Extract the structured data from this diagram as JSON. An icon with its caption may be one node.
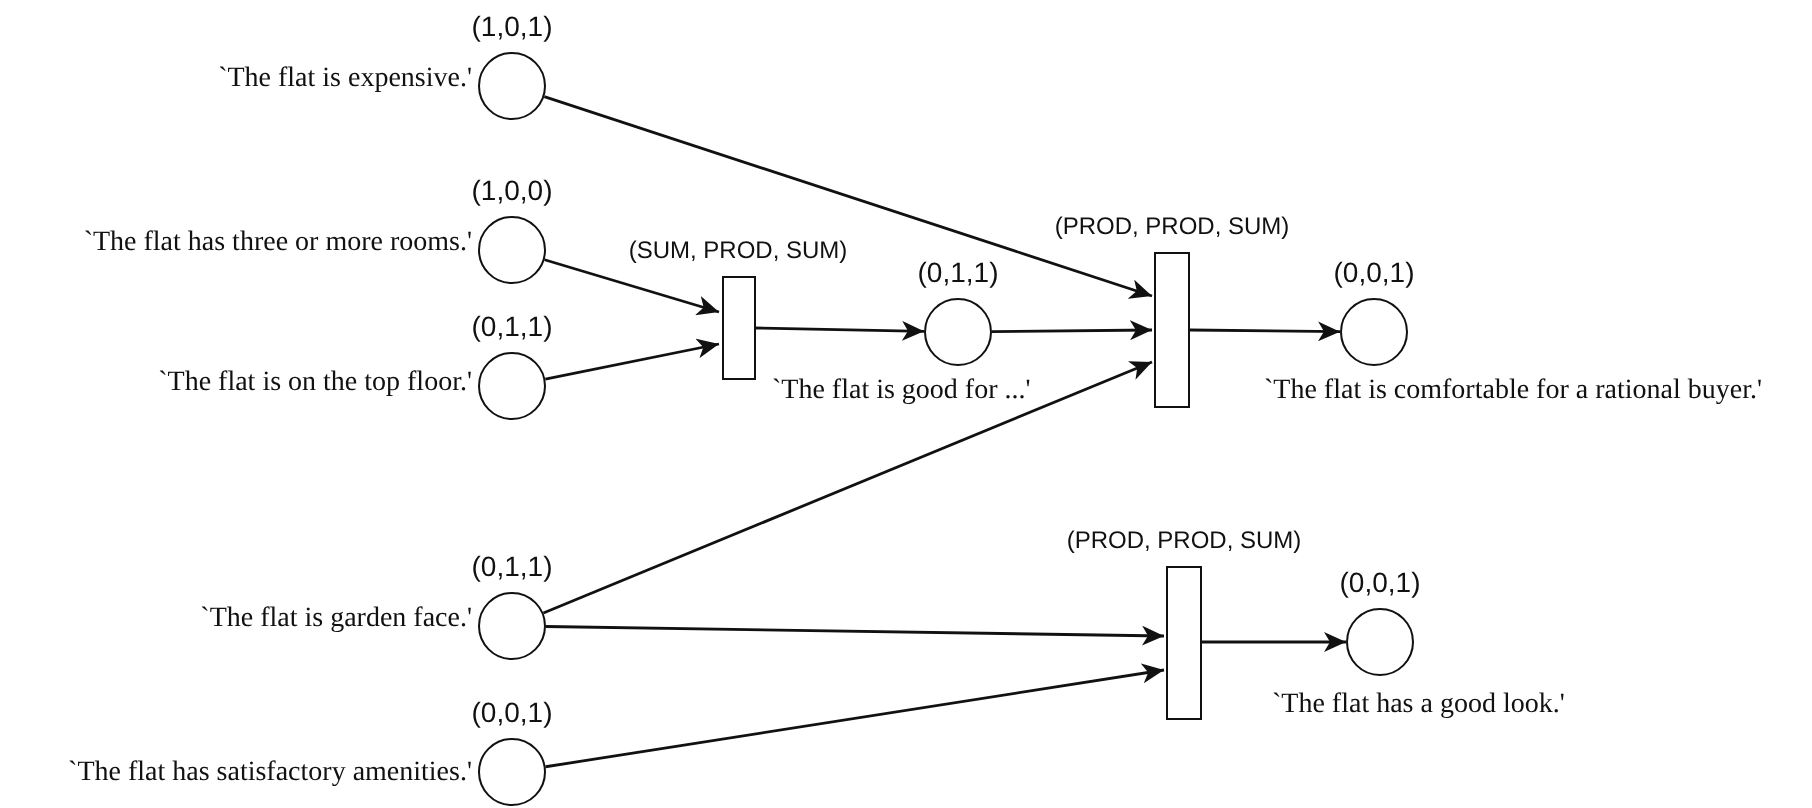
{
  "diagram": {
    "nodes": [
      {
        "text": [
          "(1,0,1)"
        ],
        "beside": [
          "`The flat is expensive.'"
        ]
      },
      {
        "text": [
          "(1,0,0)"
        ],
        "beside": [
          "`The flat has three or more rooms.'"
        ]
      },
      {
        "text": [
          "(0,1,1)"
        ],
        "beside": [
          "`The flat is on the top floor.'"
        ]
      },
      {
        "text": [
          "(SUM, PROD, SUM)"
        ]
      },
      {
        "text": [
          "(0,1,1)"
        ],
        "beside": [
          "`The flat is good for ...'"
        ]
      },
      {
        "text": [
          "(PROD, PROD, SUM)"
        ]
      },
      {
        "text": [
          "(0,0,1)"
        ],
        "beside": [
          "`The flat is comfortable for a rational buyer.'"
        ]
      },
      {
        "text": [
          "(0,1,1)"
        ],
        "beside": [
          "`The flat is garden face.'"
        ]
      },
      {
        "text": [
          "(0,0,1)"
        ],
        "beside": [
          "`The flat has satisfactory amenities.'"
        ]
      },
      {
        "text": [
          "(PROD, PROD, SUM)"
        ]
      },
      {
        "text": [
          "(0,0,1)"
        ],
        "beside": [
          "`The flat has a good look.'"
        ]
      }
    ],
    "edges": [
      {
        "from": 0,
        "to": 5,
        "arrow": "to"
      },
      {
        "from": 1,
        "to": 3,
        "arrow": "to"
      },
      {
        "from": 2,
        "to": 3,
        "arrow": "to"
      },
      {
        "from": 3,
        "to": 4,
        "arrow": "to"
      },
      {
        "from": 4,
        "to": 5,
        "arrow": "to"
      },
      {
        "from": 7,
        "to": 5,
        "arrow": "to"
      },
      {
        "from": 5,
        "to": 6,
        "arrow": "to"
      },
      {
        "from": 7,
        "to": 9,
        "arrow": "to"
      },
      {
        "from": 8,
        "to": 9,
        "arrow": "to"
      },
      {
        "from": 9,
        "to": 10,
        "arrow": "to"
      }
    ]
  }
}
